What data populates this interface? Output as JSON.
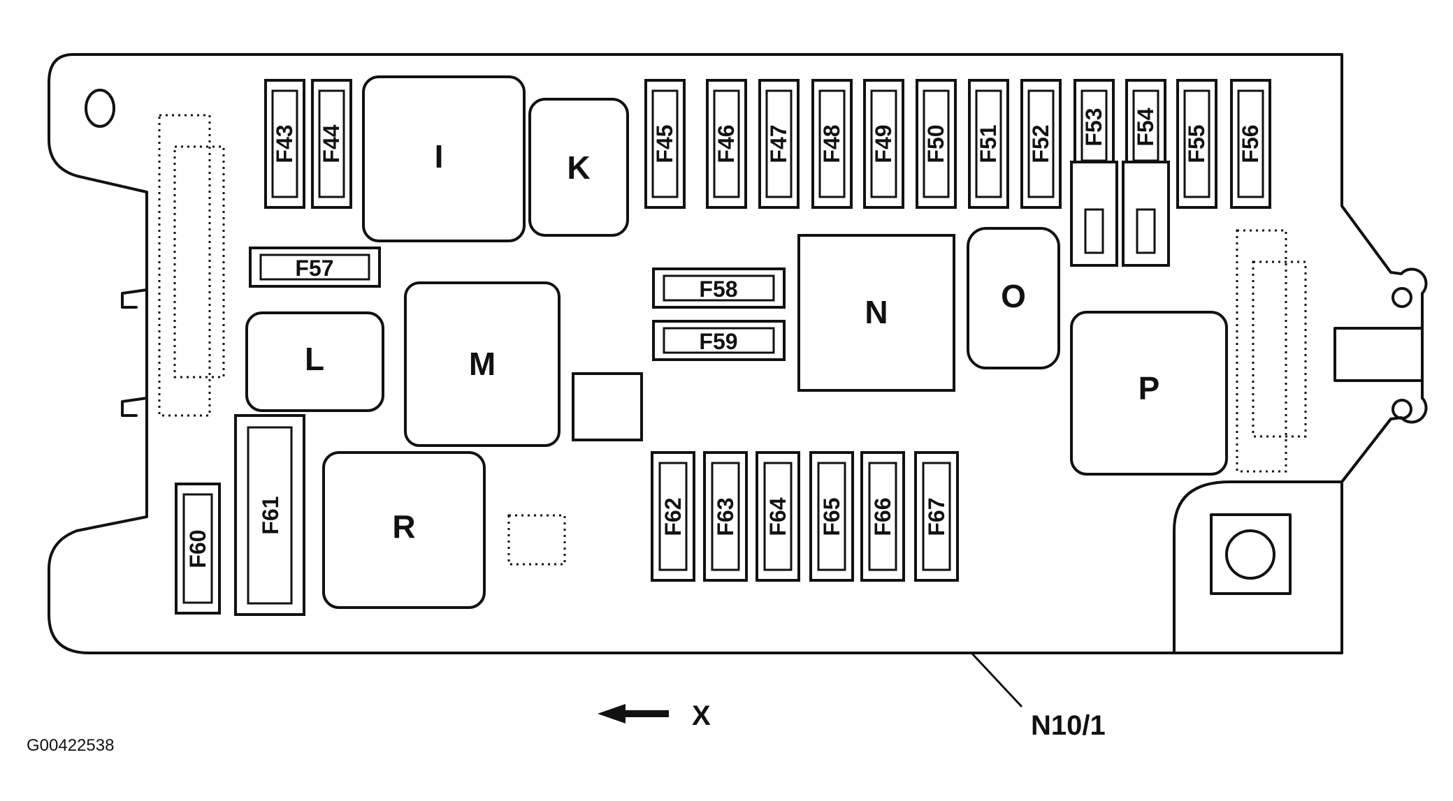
{
  "relays": {
    "I": "I",
    "K": "K",
    "L": "L",
    "M": "M",
    "N": "N",
    "O": "O",
    "P": "P",
    "R": "R"
  },
  "fuses": {
    "F43": "F43",
    "F44": "F44",
    "F45": "F45",
    "F46": "F46",
    "F47": "F47",
    "F48": "F48",
    "F49": "F49",
    "F50": "F50",
    "F51": "F51",
    "F52": "F52",
    "F53": "F53",
    "F54": "F54",
    "F55": "F55",
    "F56": "F56",
    "F57": "F57",
    "F58": "F58",
    "F59": "F59",
    "F60": "F60",
    "F61": "F61",
    "F62": "F62",
    "F63": "F63",
    "F64": "F64",
    "F65": "F65",
    "F66": "F66",
    "F67": "F67"
  },
  "direction_label": "X",
  "component_label": "N10/1",
  "figure_code": "G00422538"
}
